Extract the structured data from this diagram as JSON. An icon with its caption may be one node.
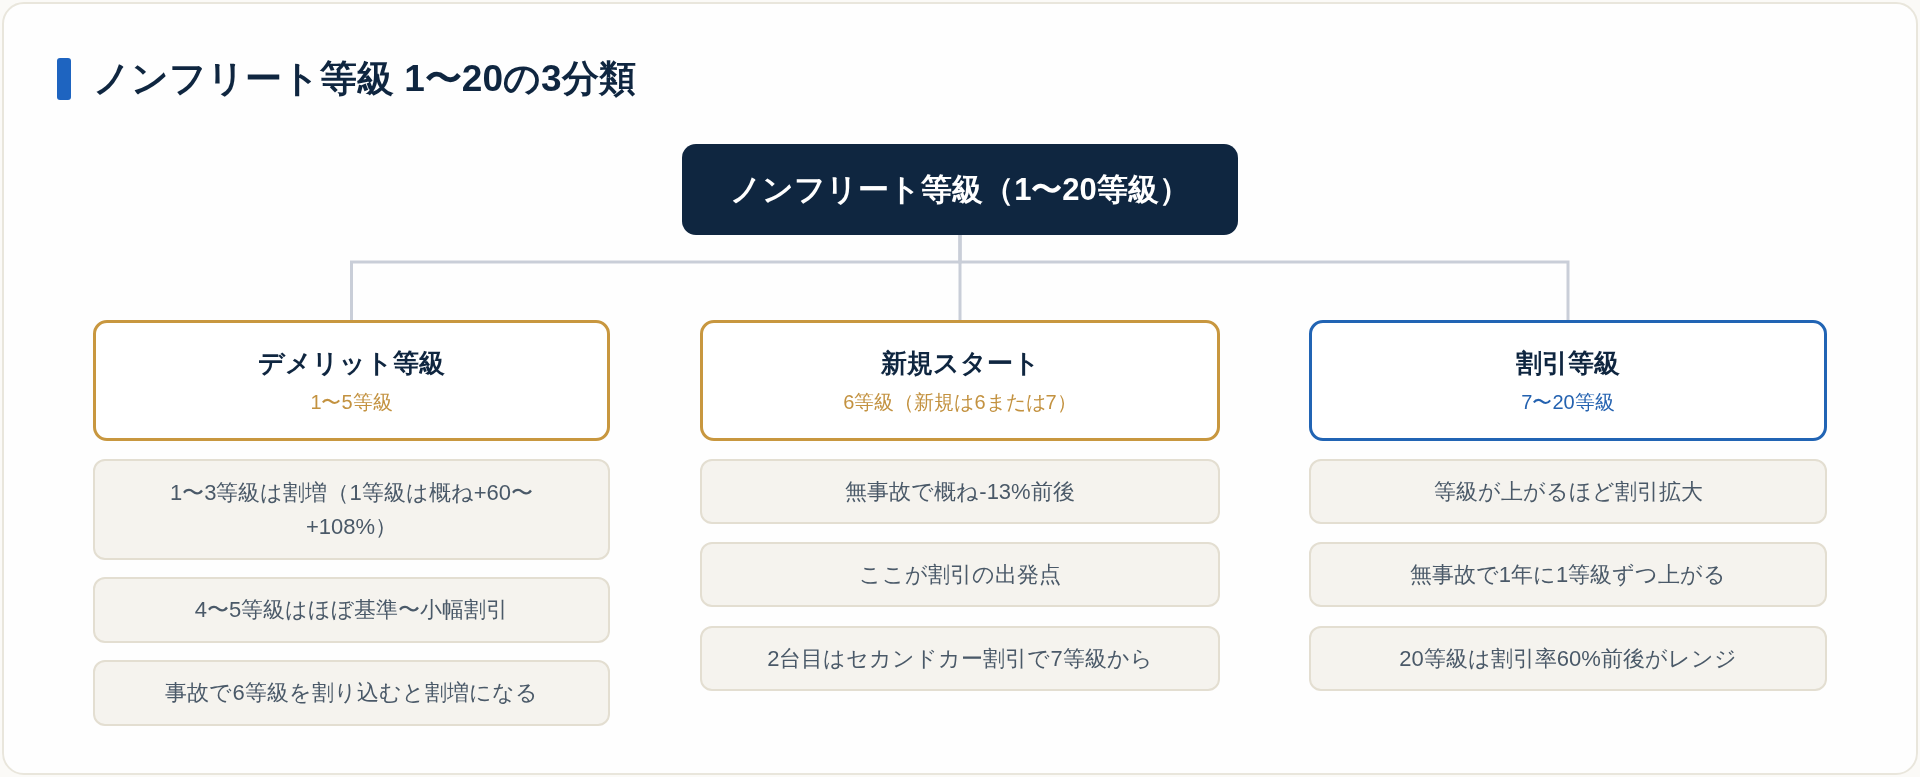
{
  "diagram": {
    "title": "ノンフリート等級 1〜20の3分類",
    "nodes": [
      {
        "text": [
          "ノンフリート等級（1〜20等級）"
        ]
      },
      {
        "text": [
          "デメリット等級",
          "1〜5等級"
        ]
      },
      {
        "text": [
          "1〜3等級は割増（1等級は概ね+60〜+108%）"
        ]
      },
      {
        "text": [
          "4〜5等級はほぼ基準〜小幅割引"
        ]
      },
      {
        "text": [
          "事故で6等級を割り込むと割増になる"
        ]
      },
      {
        "text": [
          "新規スタート",
          "6等級（新規は6または7）"
        ]
      },
      {
        "text": [
          "無事故で概ね-13%前後"
        ]
      },
      {
        "text": [
          "ここが割引の出発点"
        ]
      },
      {
        "text": [
          "2台目はセカンドカー割引で7等級から"
        ]
      },
      {
        "text": [
          "割引等級",
          "7〜20等級"
        ]
      },
      {
        "text": [
          "等級が上がるほど割引拡大"
        ]
      },
      {
        "text": [
          "無事故で1年に1等級ずつ上がる"
        ]
      },
      {
        "text": [
          "20等級は割引率60%前後がレンジ"
        ]
      }
    ],
    "edges": [
      {
        "from": 0,
        "to": 1,
        "arrow": "none"
      },
      {
        "from": 0,
        "to": 5,
        "arrow": "none"
      },
      {
        "from": 0,
        "to": 9,
        "arrow": "none"
      }
    ]
  }
}
